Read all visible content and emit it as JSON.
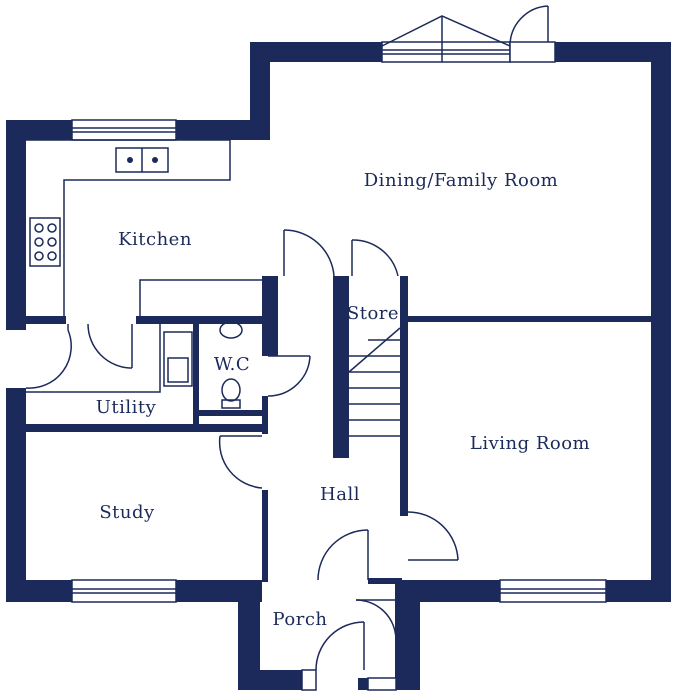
{
  "colors": {
    "wall": "#1b2a5a",
    "background": "#ffffff"
  },
  "rooms": {
    "dining": "Dining/Family Room",
    "kitchen": "Kitchen",
    "store_top": "Store",
    "wc": "W.C",
    "utility": "Utility",
    "living": "Living Room",
    "hall": "Hall",
    "study": "Study",
    "porch": "Porch",
    "store_bottom": "Store"
  }
}
